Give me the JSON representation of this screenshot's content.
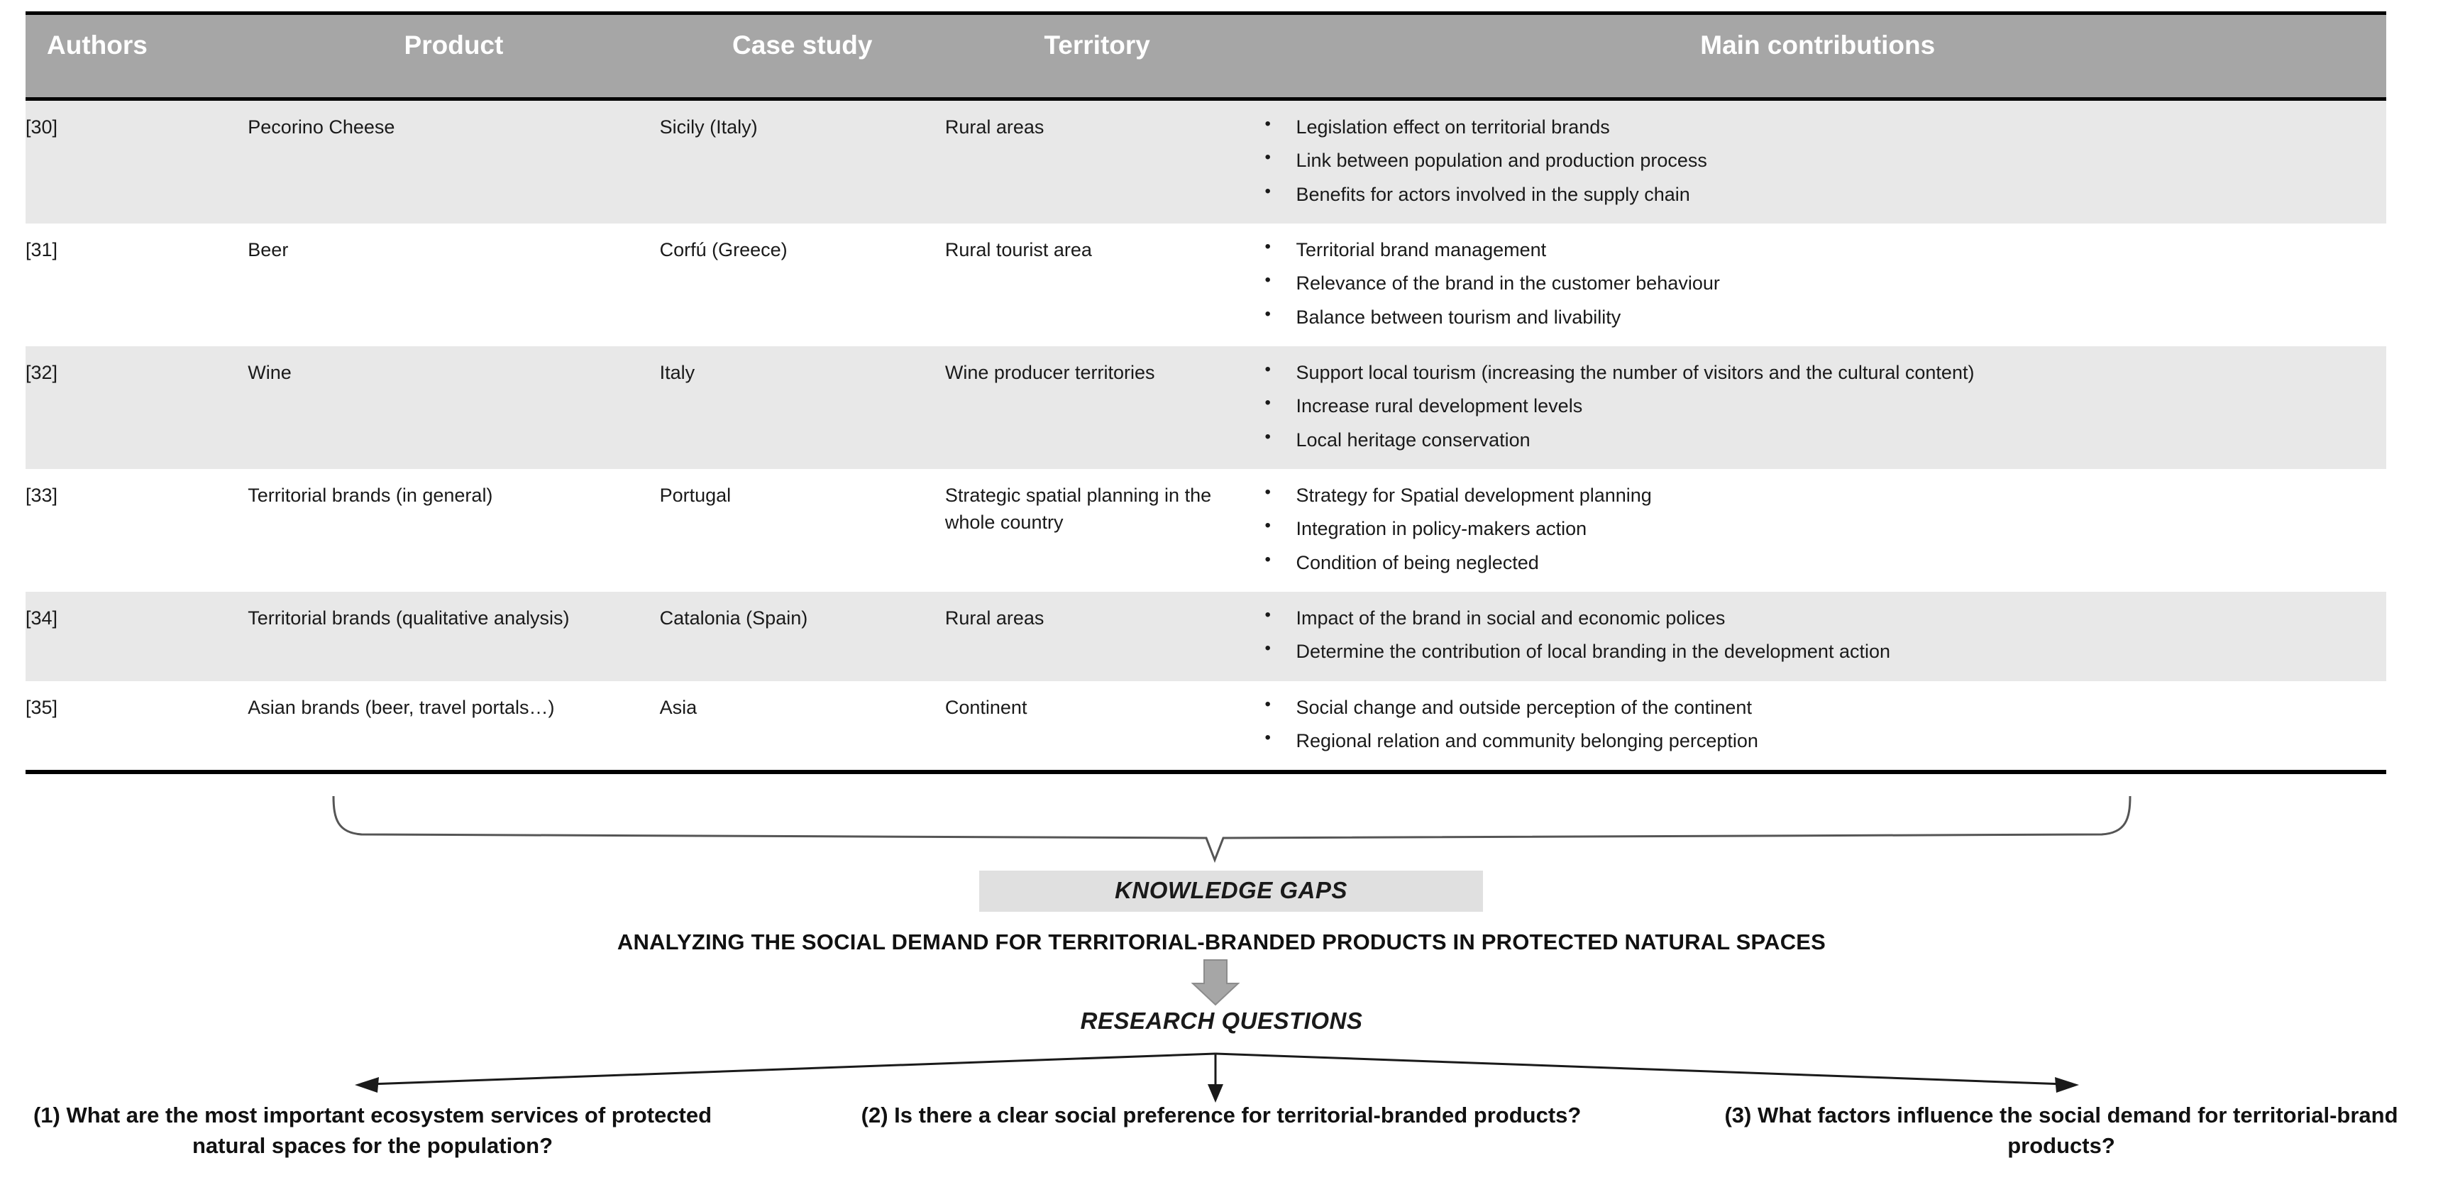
{
  "table": {
    "columns": [
      "Authors",
      "Product",
      "Case study",
      "Territory",
      "Main contributions"
    ],
    "rows": [
      {
        "authors": "[30]",
        "product": "Pecorino Cheese",
        "case_study": "Sicily (Italy)",
        "territory": "Rural  areas",
        "contributions": [
          "Legislation effect on territorial brands",
          "Link between population and production process",
          "Benefits for actors involved in the supply chain"
        ]
      },
      {
        "authors": "[31]",
        "product": "Beer",
        "case_study": "Corfú (Greece)",
        "territory": "Rural tourist area",
        "contributions": [
          "Territorial brand management",
          "Relevance of the brand in the customer behaviour",
          "Balance between tourism and livability"
        ]
      },
      {
        "authors": "[32]",
        "product": "Wine",
        "case_study": "Italy",
        "territory": "Wine producer territories",
        "contributions": [
          "Support local tourism (increasing  the number of visitors and the cultural content)",
          "Increase rural development levels",
          "Local heritage conservation"
        ]
      },
      {
        "authors": "[33]",
        "product": "Territorial brands (in general)",
        "case_study": "Portugal",
        "territory": "Strategic spatial planning in the whole country",
        "contributions": [
          "Strategy for Spatial development planning",
          "Integration in policy-makers action",
          "Condition of being neglected"
        ]
      },
      {
        "authors": "[34]",
        "product": "Territorial brands (qualitative analysis)",
        "case_study": "Catalonia (Spain)",
        "territory": "Rural areas",
        "contributions": [
          "Impact of the brand in social and economic polices",
          "Determine the contribution of local branding in the development action"
        ]
      },
      {
        "authors": "[35]",
        "product": "Asian brands (beer, travel portals…)",
        "case_study": "Asia",
        "territory": "Continent",
        "contributions": [
          "Social change and outside perception of the continent",
          "Regional relation and community belonging perception"
        ]
      }
    ]
  },
  "flow": {
    "knowledge_gaps_label": "KNOWLEDGE GAPS",
    "gap_statement": "ANALYZING THE SOCIAL DEMAND FOR TERRITORIAL-BRANDED PRODUCTS IN PROTECTED NATURAL SPACES",
    "research_questions_label": "RESEARCH QUESTIONS",
    "questions": [
      "(1) What are the most important ecosystem services of protected natural spaces for the population?",
      "(2) Is there a clear social preference for territorial-branded products?",
      "(3) What factors influence the social demand for territorial-brand products?"
    ]
  },
  "colors": {
    "header_gray": "#a6a6a6",
    "row_shade": "#e8e8e8",
    "gap_box_gray": "#e0e0e0",
    "rule_black": "#000000",
    "arrow_gray": "#a6a6a6"
  }
}
